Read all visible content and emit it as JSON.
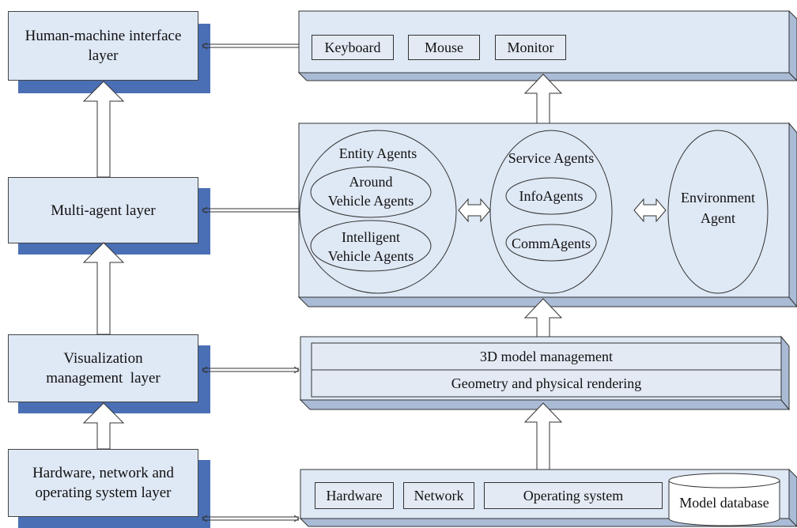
{
  "left_layers": [
    {
      "lines": [
        "Human-machine interface",
        "layer"
      ]
    },
    {
      "lines": [
        "Multi-agent layer"
      ]
    },
    {
      "lines": [
        "Visualization",
        "management  layer"
      ]
    },
    {
      "lines": [
        "Hardware, network and",
        "operating system layer"
      ]
    }
  ],
  "io_devices": [
    "Keyboard",
    "Mouse",
    "Monitor"
  ],
  "entity_agents": {
    "title": "Entity Agents",
    "around": [
      "Around",
      "Vehicle Agents"
    ],
    "intelligent": [
      "Intelligent",
      "Vehicle Agents"
    ]
  },
  "service_agents": {
    "title": "Service Agents",
    "info": "InfoAgents",
    "comm": "CommAgents"
  },
  "environment_agent": [
    "Environment",
    "Agent"
  ],
  "visualization": {
    "top": "3D model management",
    "bottom": "Geometry and physical rendering"
  },
  "system_items": [
    "Hardware",
    "Network",
    "Operating system"
  ],
  "model_database": "Model database",
  "colors": {
    "box_fill": "#dfe8f5",
    "shadow": "#4a6fb5",
    "slab_side": "#aabbd6"
  }
}
